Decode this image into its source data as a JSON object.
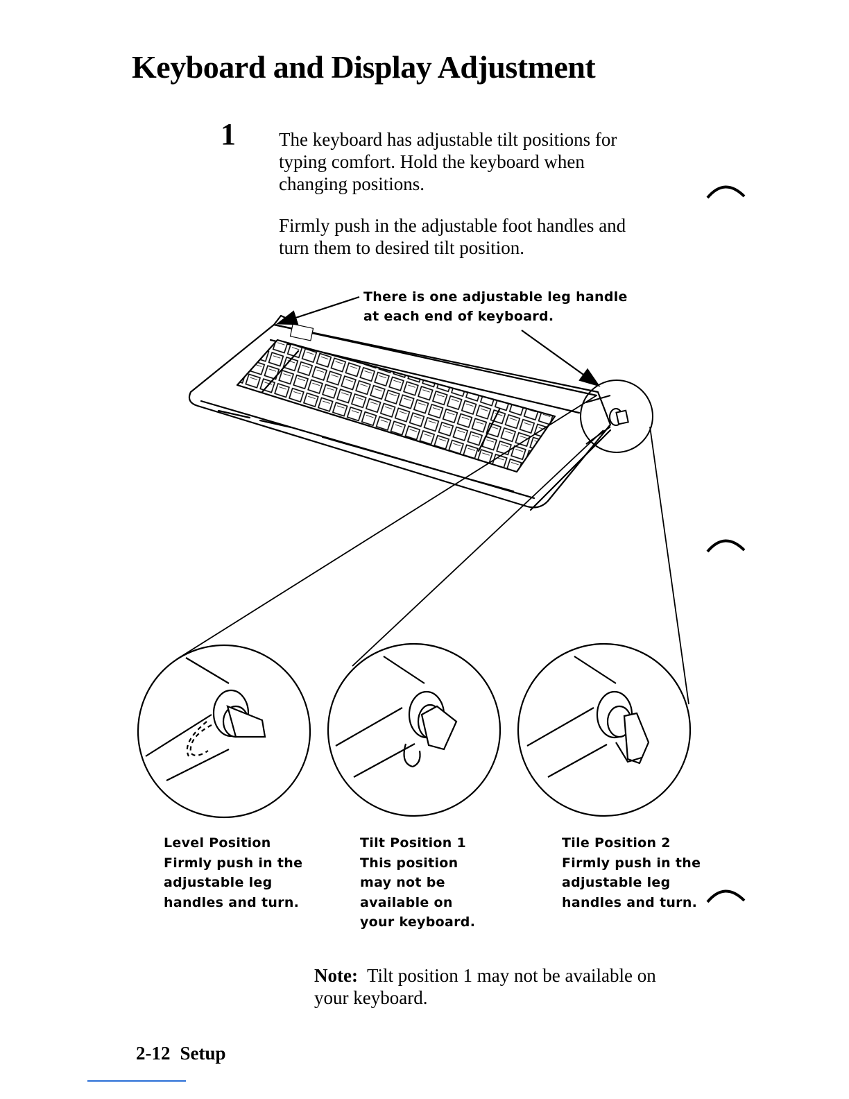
{
  "page": {
    "title": "Keyboard and Display Adjustment",
    "step_number": "1",
    "paragraphs": [
      [
        "The keyboard has adjustable tilt positions for",
        "typing comfort.  Hold the keyboard when",
        "changing positions."
      ],
      [
        "Firmly push in the adjustable foot handles and",
        "turn them to desired tilt position."
      ]
    ],
    "callout": [
      "There is one adjustable leg handle",
      "at each end of keyboard."
    ],
    "captions": [
      [
        "Level Position",
        "Firmly push in the",
        "adjustable leg",
        "handles and turn."
      ],
      [
        "Tilt Position 1",
        "This position",
        "may not be",
        "available on",
        "your keyboard."
      ],
      [
        "Tile Position 2",
        "Firmly push in the",
        "adjustable leg",
        "handles and turn."
      ]
    ],
    "note": {
      "label": "Note:",
      "lines": [
        "Tilt position 1 may not be available on",
        "your keyboard."
      ]
    },
    "footer": {
      "page_number": "2-12",
      "section": "Setup"
    }
  },
  "icons": [
    "keyboard-illustration",
    "detail-circle-icon",
    "binder-tab-mark"
  ]
}
